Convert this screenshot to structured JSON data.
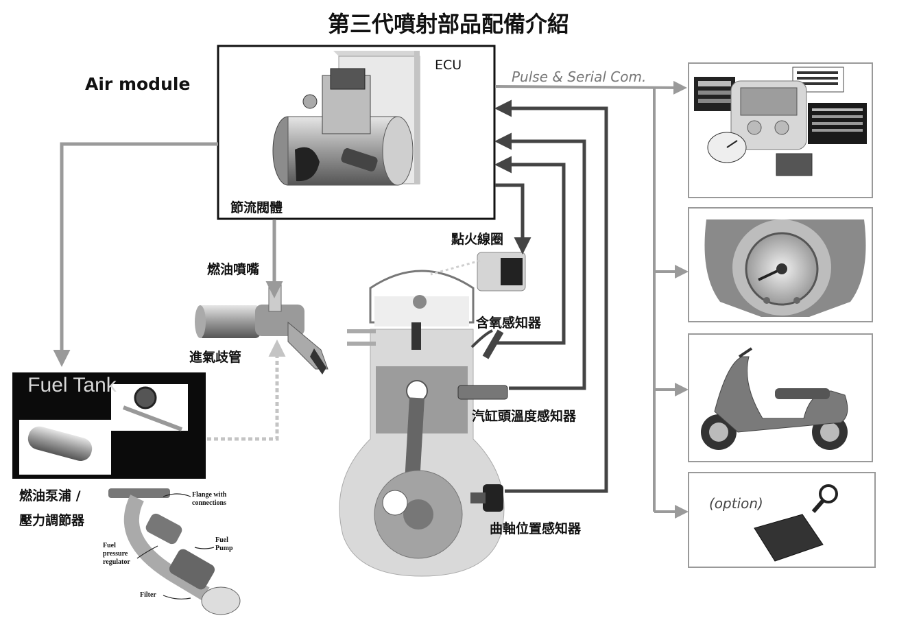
{
  "title": "第三代噴射部品配備介紹",
  "labels": {
    "air_module": "Air module",
    "ecu": "ECU",
    "throttle_body": "節流閥體",
    "pulse_serial": "Pulse & Serial Com.",
    "ignition_coil": "點火線圈",
    "injector": "燃油噴嘴",
    "intake_manifold": "進氣歧管",
    "o2_sensor": "含氧感知器",
    "cylinder_temp_sensor": "汽缸頭溫度感知器",
    "crank_position_sensor": "曲軸位置感知器",
    "fuel_tank": "Fuel Tank",
    "pump_regulator_1": "燃油泵浦 /",
    "pump_regulator_2": "壓力調節器",
    "option": "(option)"
  },
  "pump_callouts": {
    "flange": "Flange with\nconnections",
    "fuel_pump": "Fuel\nPump",
    "regulator": "Fuel\npressure\nregulator",
    "filter": "Filter"
  },
  "colors": {
    "dark_line": "#444444",
    "gray_line": "#9a9a9a",
    "light_line": "#bdbdbd",
    "panel_border": "#111111"
  }
}
